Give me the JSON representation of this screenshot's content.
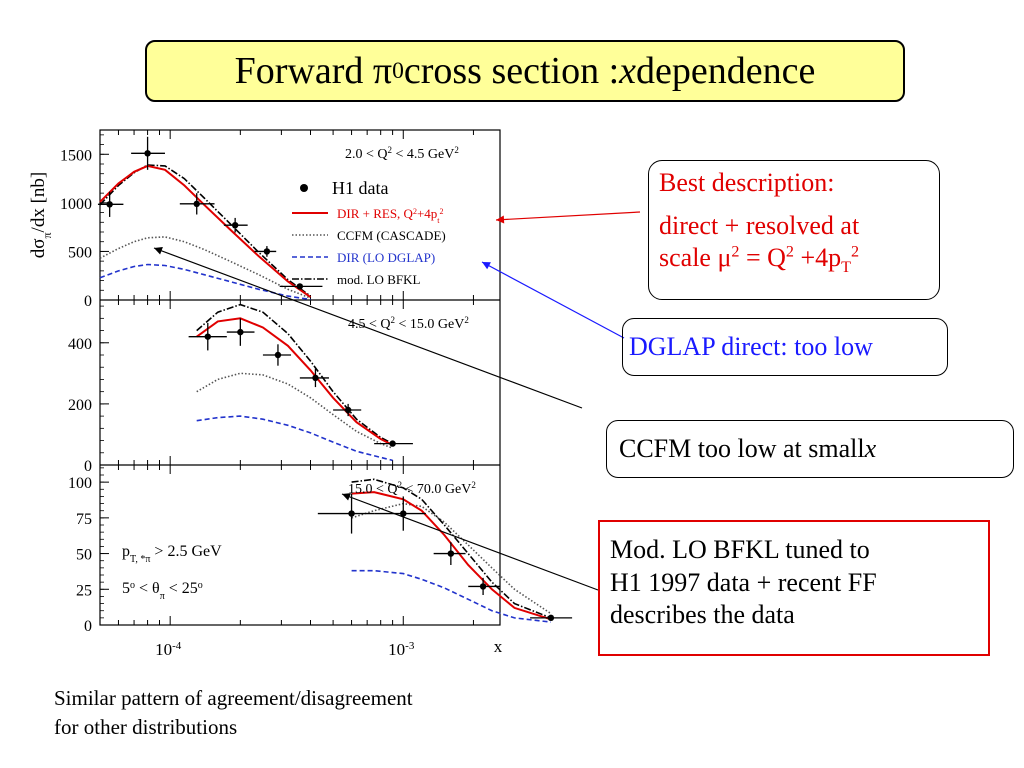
{
  "slide": {
    "title": {
      "part1": "Forward π",
      "sup": "0",
      "part2": " cross section : ",
      "italic": "x",
      "part3": " dependence"
    },
    "callouts": {
      "best": {
        "line1": "Best description:",
        "line2": "direct + resolved   at",
        "line3_pre": "scale μ",
        "line3_sup1": "2",
        "line3_mid": " = Q",
        "line3_sup2": "2",
        "line3_mid2": " +4p",
        "line3_sub": "T",
        "line3_sup3": "2",
        "color": "#e00000"
      },
      "dglap": {
        "text": "DGLAP direct: too low",
        "color": "#1a1aff"
      },
      "ccfm": {
        "text": "CCFM too low at small ",
        "italic": "x"
      },
      "bfkl": {
        "line1": "Mod. LO BFKL tuned to",
        "line2": "H1 1997 data + recent FF",
        "line3": "describes the data",
        "border_color": "#e00000"
      }
    },
    "footnote": {
      "line1": "Similar pattern of agreement/disagreement",
      "line2": "for other distributions"
    }
  },
  "chart_data": {
    "type": "scatter",
    "x_axis": {
      "scale": "log",
      "range": [
        5e-05,
        0.0026
      ],
      "label": "x",
      "tick_labels": [
        "10",
        "10"
      ],
      "tick_exponents": [
        "-4",
        "-3"
      ]
    },
    "y_axis_label": {
      "pre": "dσ",
      "sub": "π",
      "post": "/dx [nb]"
    },
    "legend": {
      "placement": "top-right of top panel",
      "entries": [
        "H1 data",
        "DIR + RES, Q²+4p_t²",
        "CCFM (CASCADE)",
        "DIR (LO DGLAP)",
        "mod. LO BFKL"
      ],
      "colors": [
        "#000000",
        "#e00000",
        "#000000",
        "#2233cc",
        "#000000"
      ]
    },
    "series_styles": {
      "dir_res": {
        "color": "#e00000",
        "dash": ""
      },
      "ccfm": {
        "color": "#555555",
        "dash": "1.5 2"
      },
      "dglap": {
        "color": "#2233cc",
        "dash": "5 3"
      },
      "bfkl": {
        "color": "#000000",
        "dash": "7 2 1.5 2"
      }
    },
    "panels": [
      {
        "label": "2.0 < Q² < 4.5 GeV²",
        "ylim": [
          0,
          1750
        ],
        "yticks": [
          0,
          500,
          1000,
          1500
        ],
        "ytick_labels": [
          "0",
          "500",
          "1000",
          "1500"
        ],
        "data": [
          {
            "x": 5.5e-05,
            "y": 985,
            "xlo": 4.9e-05,
            "xhi": 6.3e-05,
            "yerr": 130
          },
          {
            "x": 8e-05,
            "y": 1510,
            "xlo": 6.8e-05,
            "xhi": 9.5e-05,
            "yerr": 170
          },
          {
            "x": 0.00013,
            "y": 990,
            "xlo": 0.00011,
            "xhi": 0.000155,
            "yerr": 110
          },
          {
            "x": 0.00019,
            "y": 770,
            "xlo": 0.00017,
            "xhi": 0.000215,
            "yerr": 75
          },
          {
            "x": 0.00026,
            "y": 500,
            "xlo": 0.00023,
            "xhi": 0.000285,
            "yerr": 55
          },
          {
            "x": 0.00036,
            "y": 140,
            "xlo": 0.000295,
            "xhi": 0.00045,
            "yerr": 25
          }
        ],
        "curves": {
          "dir_res": {
            "x": [
              5e-05,
              6e-05,
              7e-05,
              8e-05,
              9.5e-05,
              0.000115,
              0.00014,
              0.00018,
              0.00024,
              0.00032,
              0.0004
            ],
            "y": [
              1010,
              1200,
              1320,
              1380,
              1340,
              1180,
              980,
              730,
              450,
              190,
              30
            ]
          },
          "ccfm": {
            "x": [
              5e-05,
              6e-05,
              7e-05,
              8e-05,
              9.5e-05,
              0.000115,
              0.00014,
              0.00018,
              0.00024,
              0.00032,
              0.0004
            ],
            "y": [
              430,
              530,
              600,
              640,
              650,
              600,
              520,
              400,
              260,
              110,
              20
            ]
          },
          "dglap": {
            "x": [
              5e-05,
              6e-05,
              7e-05,
              8e-05,
              9.5e-05,
              0.000115,
              0.00014,
              0.00018,
              0.00024,
              0.00032,
              0.0004
            ],
            "y": [
              230,
              300,
              345,
              365,
              355,
              315,
              260,
              190,
              110,
              40,
              5
            ]
          },
          "bfkl": {
            "x": [
              5e-05,
              6e-05,
              7e-05,
              8e-05,
              9.5e-05,
              0.000115,
              0.00014,
              0.00018,
              0.00024,
              0.00032,
              0.0004
            ],
            "y": [
              980,
              1180,
              1310,
              1390,
              1380,
              1250,
              1050,
              790,
              490,
              210,
              40
            ]
          }
        }
      },
      {
        "label": "4.5 < Q² < 15.0 GeV²",
        "ylim": [
          0,
          540
        ],
        "yticks": [
          0,
          200,
          400
        ],
        "ytick_labels": [
          "0",
          "200",
          "400"
        ],
        "data": [
          {
            "x": 0.000145,
            "y": 420,
            "xlo": 0.00012,
            "xhi": 0.000175,
            "yerr": 45
          },
          {
            "x": 0.0002,
            "y": 435,
            "xlo": 0.000175,
            "xhi": 0.00023,
            "yerr": 45
          },
          {
            "x": 0.00029,
            "y": 360,
            "xlo": 0.00025,
            "xhi": 0.00033,
            "yerr": 35
          },
          {
            "x": 0.00042,
            "y": 285,
            "xlo": 0.00036,
            "xhi": 0.00048,
            "yerr": 30
          },
          {
            "x": 0.00058,
            "y": 180,
            "xlo": 0.0005,
            "xhi": 0.00066,
            "yerr": 20
          },
          {
            "x": 0.0009,
            "y": 70,
            "xlo": 0.00075,
            "xhi": 0.0011,
            "yerr": 8
          }
        ],
        "curves": {
          "dir_res": {
            "x": [
              0.00013,
              0.00016,
              0.0002,
              0.00025,
              0.00032,
              0.0004,
              0.0005,
              0.00063,
              0.0008,
              0.0009
            ],
            "y": [
              420,
              470,
              480,
              450,
              390,
              310,
              220,
              140,
              85,
              65
            ]
          },
          "ccfm": {
            "x": [
              0.00013,
              0.00016,
              0.0002,
              0.00025,
              0.00032,
              0.0004,
              0.0005,
              0.00063,
              0.0008,
              0.0009
            ],
            "y": [
              240,
              280,
              300,
              295,
              265,
              220,
              165,
              110,
              70,
              55
            ]
          },
          "dglap": {
            "x": [
              0.00013,
              0.00016,
              0.0002,
              0.00025,
              0.00032,
              0.0004,
              0.0005,
              0.00063,
              0.0008,
              0.0009
            ],
            "y": [
              145,
              155,
              160,
              150,
              130,
              105,
              75,
              45,
              25,
              15
            ]
          },
          "bfkl": {
            "x": [
              0.00013,
              0.00016,
              0.0002,
              0.00025,
              0.00032,
              0.0004,
              0.0005,
              0.00063,
              0.0008,
              0.0009
            ],
            "y": [
              440,
              500,
              525,
              500,
              430,
              340,
              240,
              150,
              90,
              70
            ]
          }
        }
      },
      {
        "label": "15.0 < Q² < 70.0 GeV²",
        "ylim": [
          0,
          112
        ],
        "yticks": [
          0,
          25,
          50,
          75,
          100
        ],
        "ytick_labels": [
          "0",
          "25",
          "50",
          "75",
          "100"
        ],
        "cuts": {
          "line1_pre": "p",
          "line1_sub": "T, ",
          "line1_sup": "*",
          "line1_sub2": "π",
          "line1_post": " > 2.5 GeV",
          "line2_pre": "5",
          "line2_sup1": "o",
          "line2_mid": " < θ",
          "line2_sub": "π",
          "line2_mid2": " < 25",
          "line2_sup2": "o"
        },
        "data": [
          {
            "x": 0.0006,
            "y": 78,
            "xlo": 0.00043,
            "xhi": 0.00075,
            "yerr": 14
          },
          {
            "x": 0.001,
            "y": 78,
            "xlo": 0.00075,
            "xhi": 0.00125,
            "yerr": 12
          },
          {
            "x": 0.0016,
            "y": 50,
            "xlo": 0.00135,
            "xhi": 0.00185,
            "yerr": 8
          },
          {
            "x": 0.0022,
            "y": 27,
            "xlo": 0.0019,
            "xhi": 0.0026,
            "yerr": 6
          },
          {
            "x": 0.0043,
            "y": 5,
            "xlo": 0.0035,
            "xhi": 0.0053,
            "yerr": 1
          }
        ],
        "curves": {
          "dir_res": {
            "x": [
              0.0006,
              0.00075,
              0.001,
              0.0012,
              0.0015,
              0.0019,
              0.0024,
              0.003,
              0.0043
            ],
            "y": [
              92,
              93,
              88,
              80,
              63,
              42,
              25,
              12,
              4
            ]
          },
          "ccfm": {
            "x": [
              0.0006,
              0.00075,
              0.001,
              0.0012,
              0.0015,
              0.0019,
              0.0024,
              0.003,
              0.0043
            ],
            "y": [
              75,
              80,
              85,
              83,
              72,
              56,
              40,
              25,
              8
            ]
          },
          "dglap": {
            "x": [
              0.0006,
              0.00075,
              0.001,
              0.0012,
              0.0015,
              0.0019,
              0.0024,
              0.003,
              0.0043
            ],
            "y": [
              38,
              38,
              36,
              32,
              26,
              18,
              10,
              5,
              2
            ]
          },
          "bfkl": {
            "x": [
              0.0006,
              0.00075,
              0.001,
              0.0012,
              0.0015,
              0.0019,
              0.0024,
              0.003,
              0.0043
            ],
            "y": [
              100,
              102,
              96,
              88,
              70,
              50,
              30,
              15,
              5
            ]
          }
        }
      }
    ]
  }
}
